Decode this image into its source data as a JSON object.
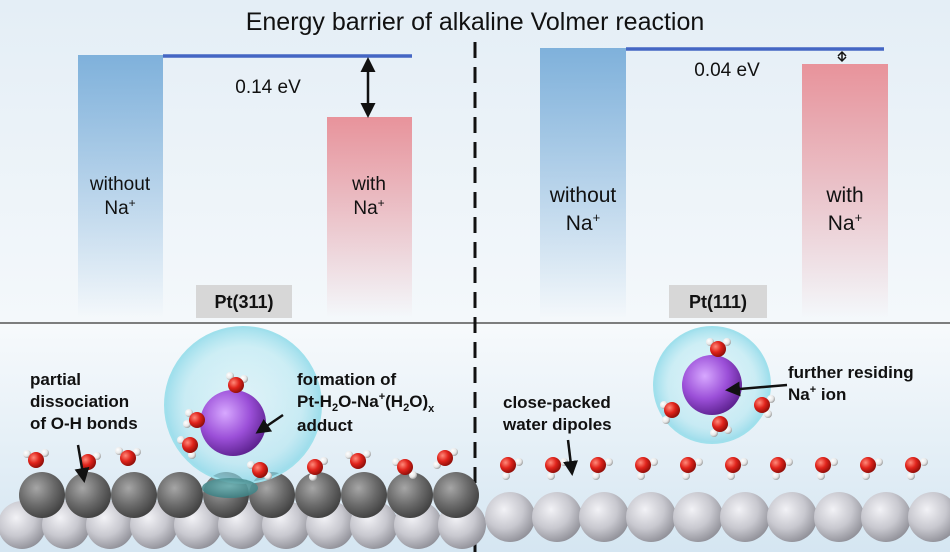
{
  "title": "Energy barrier of alkaline Volmer reaction",
  "left_panel": {
    "surface": "Pt(311)",
    "bar_without": {
      "line1": "without",
      "line2": "Na",
      "sup": "+"
    },
    "bar_with": {
      "line1": "with",
      "line2": "Na",
      "sup": "+"
    },
    "barrier": "0.14 eV",
    "chart_data": {
      "type": "bar",
      "categories": [
        "without Na+",
        "with Na+"
      ],
      "barrier_difference_eV": 0.14
    }
  },
  "right_panel": {
    "surface": "Pt(111)",
    "bar_without": {
      "line1": "without",
      "line2": "Na",
      "sup": "+"
    },
    "bar_with": {
      "line1": "with",
      "line2": "Na",
      "sup": "+"
    },
    "barrier": "0.04 eV",
    "chart_data": {
      "type": "bar",
      "categories": [
        "without Na+",
        "with Na+"
      ],
      "barrier_difference_eV": 0.04
    }
  },
  "bottom_left": {
    "label_dissociation": [
      "partial",
      "dissociation",
      "of O-H bonds"
    ],
    "label_adduct": {
      "line1": "formation of",
      "line2_a": "Pt-H",
      "sub_2a": "2",
      "line2_b": "O-Na",
      "sup_2b": "+",
      "line2_c": "(H",
      "sub_2c": "2",
      "line2_d": "O)",
      "sub_x": "x",
      "line3": "adduct"
    }
  },
  "bottom_right": {
    "label_dipoles": [
      "close-packed",
      "water dipoles"
    ],
    "label_residing": {
      "line1": "further residing",
      "line2_a": "Na",
      "sup": "+",
      "line2_b": " ion"
    }
  },
  "colors": {
    "bar_blue": "#7fb1db",
    "bar_red": "#e8939b",
    "level_line": "#4466c4",
    "oxygen": "#e0231b",
    "hydrogen": "#f2f2f2",
    "sodium": "#9b4fd8",
    "pt_top": "#6b6b6b",
    "pt_bottom": "#c6c6cc"
  }
}
